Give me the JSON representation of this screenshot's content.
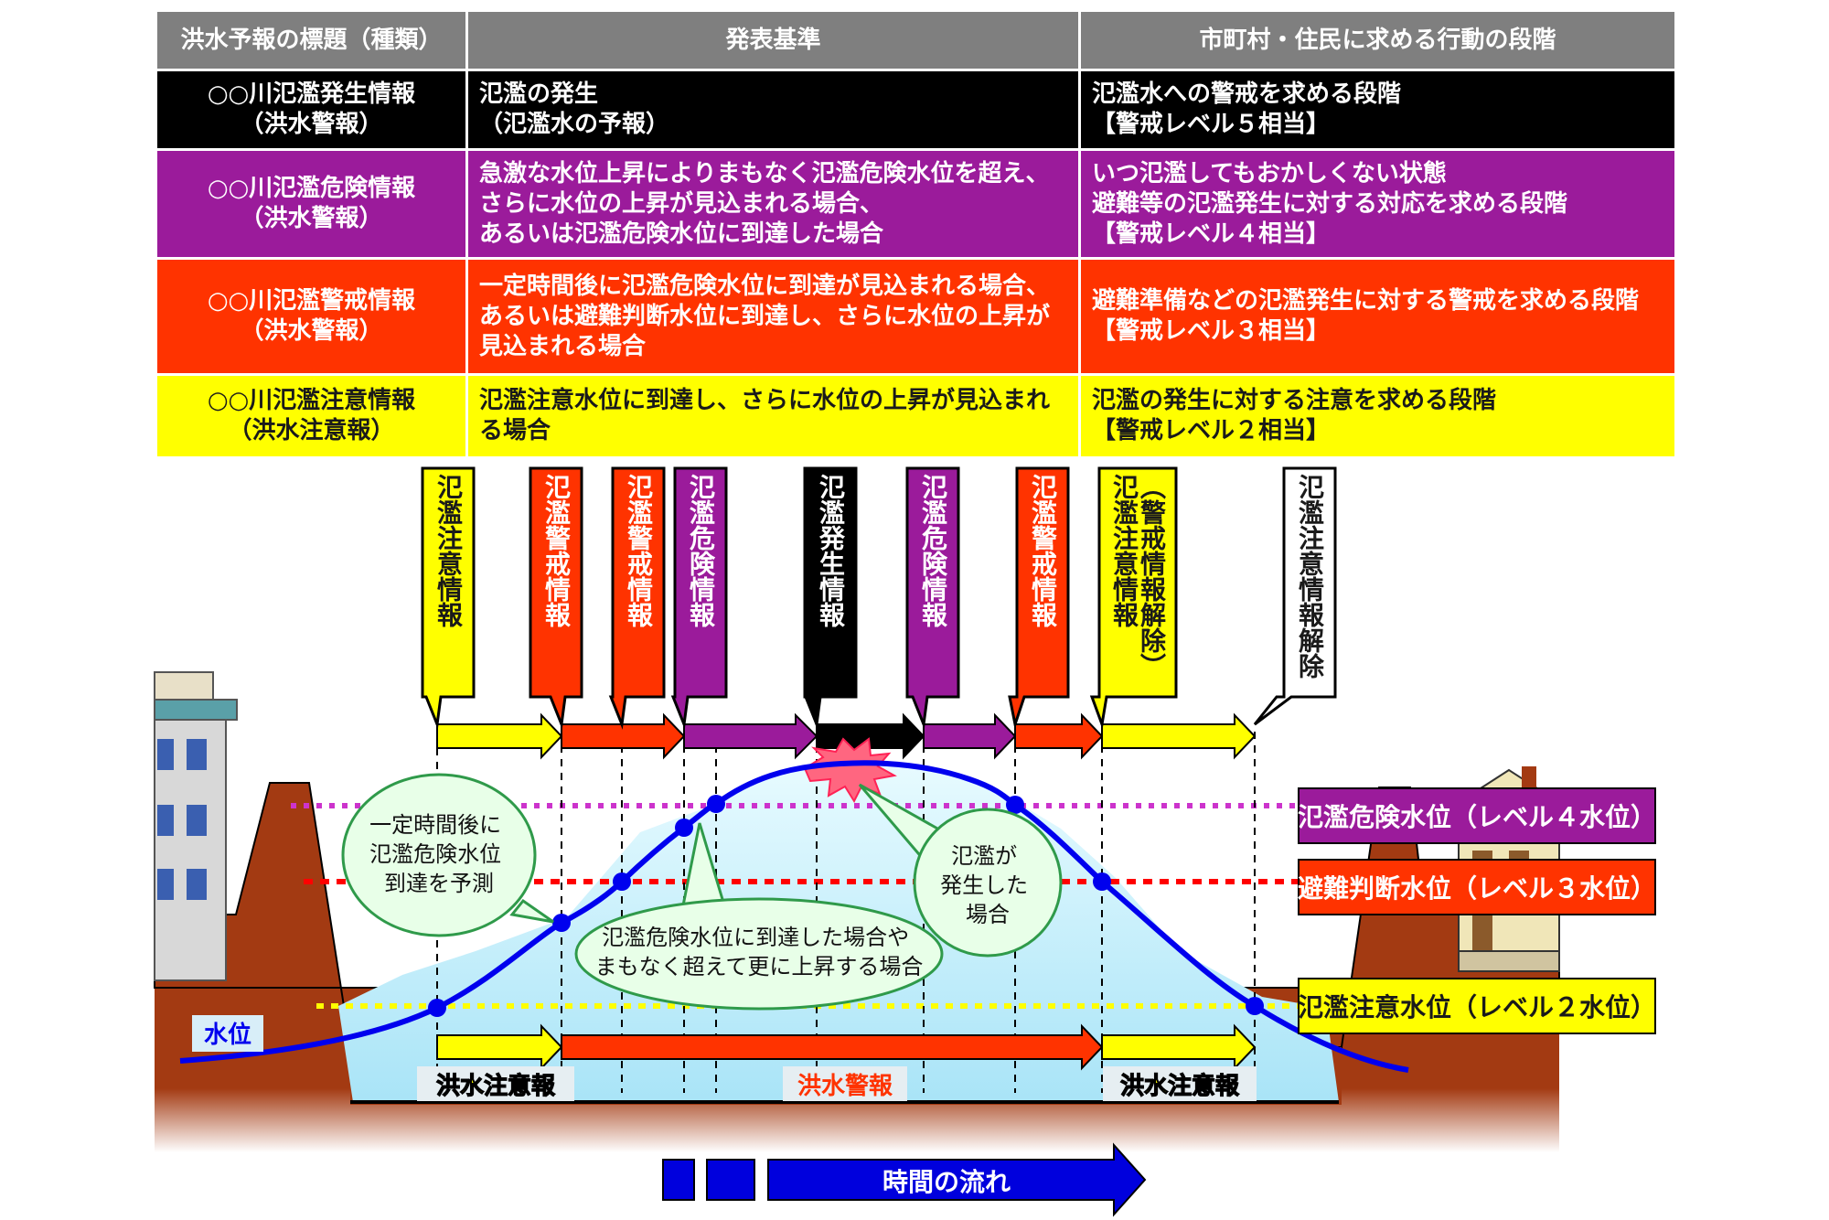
{
  "table": {
    "headers": [
      "洪水予報の標題（種類）",
      "発表基準",
      "市町村・住民に求める行動の段階"
    ],
    "rows": [
      {
        "level": "5",
        "title": "○○川氾濫発生情報\n（洪水警報）",
        "criteria": "氾濫の発生\n（氾濫水の予報）",
        "action": "氾濫水への警戒を求める段階\n【警戒レベル５相当】"
      },
      {
        "level": "4",
        "title": "○○川氾濫危険情報\n（洪水警報）",
        "criteria": "急激な水位上昇によりまもなく氾濫危険水位を超え、\nさらに水位の上昇が見込まれる場合、\nあるいは氾濫危険水位に到達した場合",
        "action": "いつ氾濫してもおかしくない状態\n避難等の氾濫発生に対する対応を求める段階\n【警戒レベル４相当】"
      },
      {
        "level": "3",
        "title": "○○川氾濫警戒情報\n（洪水警報）",
        "criteria": "一定時間後に氾濫危険水位に到達が見込まれる場合、\nあるいは避難判断水位に到達し、さらに水位の上昇が\n見込まれる場合",
        "action": "避難準備などの氾濫発生に対する警戒を求める段階\n【警戒レベル３相当】"
      },
      {
        "level": "2",
        "title": "○○川氾濫注意情報\n（洪水注意報）",
        "criteria": "氾濫注意水位に到達し、さらに水位の上昇が見込まれ\nる場合",
        "action": "氾濫の発生に対する注意を求める段階\n【警戒レベル２相当】"
      }
    ]
  },
  "flags": [
    {
      "text": "氾濫注意情報",
      "level": "2"
    },
    {
      "text": "氾濫警戒情報",
      "level": "3"
    },
    {
      "text": "氾濫警戒情報",
      "level": "3"
    },
    {
      "text": "氾濫危険情報",
      "level": "4"
    },
    {
      "text": "氾濫発生情報",
      "level": "5"
    },
    {
      "text": "氾濫危険情報",
      "level": "4"
    },
    {
      "text": "氾濫警戒情報",
      "level": "3"
    },
    {
      "text": "氾濫注意情報",
      "text2": "（警戒情報解除）",
      "level": "2"
    },
    {
      "text": "氾濫注意情報解除",
      "level": "none"
    }
  ],
  "water_levels": {
    "danger": "氾濫危険水位（レベル４水位）",
    "evacuation": "避難判断水位（レベル３水位）",
    "caution": "氾濫注意水位（レベル２水位）"
  },
  "callouts": {
    "predict": "一定時間後に\n氾濫危険水位\n到達を予測",
    "reach": "氾濫危険水位に到達した場合や\nまもなく超えて更に上昇する場合",
    "flood": "氾濫が\n発生した\n場合"
  },
  "labels": {
    "water_level": "水位",
    "caution_left": "洪水注意報",
    "warning": "洪水警報",
    "caution_right": "洪水注意報",
    "time_flow": "時間の流れ"
  },
  "colors": {
    "level5": "#000000",
    "level4": "#9b1b9b",
    "level3": "#ff3300",
    "level2": "#ffff00",
    "header": "#7f7f7f",
    "water_line": "#0000ee",
    "ground": "#a33a12",
    "water": "#c8f0ff"
  }
}
